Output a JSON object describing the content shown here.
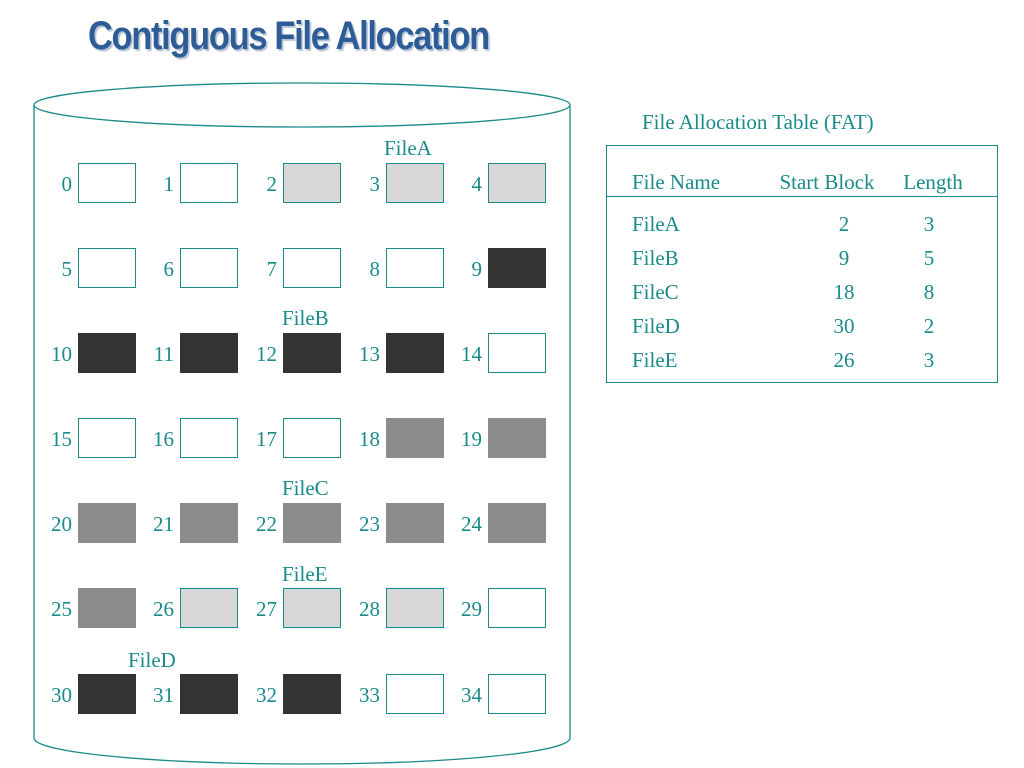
{
  "title": "Contiguous File Allocation",
  "blocks": [
    {
      "num": "0",
      "state": "free"
    },
    {
      "num": "1",
      "state": "free"
    },
    {
      "num": "2",
      "state": "light"
    },
    {
      "num": "3",
      "state": "light"
    },
    {
      "num": "4",
      "state": "light"
    },
    {
      "num": "5",
      "state": "free"
    },
    {
      "num": "6",
      "state": "free"
    },
    {
      "num": "7",
      "state": "free"
    },
    {
      "num": "8",
      "state": "free"
    },
    {
      "num": "9",
      "state": "dark"
    },
    {
      "num": "10",
      "state": "dark"
    },
    {
      "num": "11",
      "state": "dark"
    },
    {
      "num": "12",
      "state": "dark"
    },
    {
      "num": "13",
      "state": "dark"
    },
    {
      "num": "14",
      "state": "free"
    },
    {
      "num": "15",
      "state": "free"
    },
    {
      "num": "16",
      "state": "free"
    },
    {
      "num": "17",
      "state": "free"
    },
    {
      "num": "18",
      "state": "mid"
    },
    {
      "num": "19",
      "state": "mid"
    },
    {
      "num": "20",
      "state": "mid"
    },
    {
      "num": "21",
      "state": "mid"
    },
    {
      "num": "22",
      "state": "mid"
    },
    {
      "num": "23",
      "state": "mid"
    },
    {
      "num": "24",
      "state": "mid"
    },
    {
      "num": "25",
      "state": "mid"
    },
    {
      "num": "26",
      "state": "light"
    },
    {
      "num": "27",
      "state": "light"
    },
    {
      "num": "28",
      "state": "light"
    },
    {
      "num": "29",
      "state": "free"
    },
    {
      "num": "30",
      "state": "dark"
    },
    {
      "num": "31",
      "state": "dark"
    },
    {
      "num": "32",
      "state": "dark"
    },
    {
      "num": "33",
      "state": "free"
    },
    {
      "num": "34",
      "state": "free"
    }
  ],
  "file_labels": {
    "fileA": "FileA",
    "fileB": "FileB",
    "fileC": "FileC",
    "fileE": "FileE",
    "fileD": "FileD"
  },
  "fat": {
    "title": "File Allocation Table (FAT)",
    "headers": [
      "File Name",
      "Start Block",
      "Length"
    ],
    "rows": [
      {
        "name": "FileA",
        "start": "2",
        "length": "3"
      },
      {
        "name": "FileB",
        "start": "9",
        "length": "5"
      },
      {
        "name": "FileC",
        "start": "18",
        "length": "8"
      },
      {
        "name": "FileD",
        "start": "30",
        "length": "2"
      },
      {
        "name": "FileE",
        "start": "26",
        "length": "3"
      }
    ]
  },
  "colors": {
    "title": "#2d5c96",
    "text": "#1a8a8a",
    "free": "#ffffff",
    "light": "#d8d8d8",
    "mid": "#8c8c8c",
    "dark": "#333333"
  }
}
